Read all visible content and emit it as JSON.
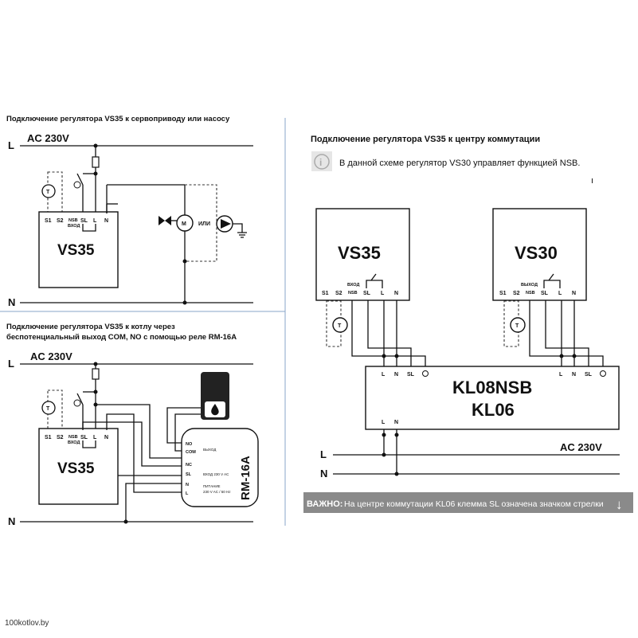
{
  "sections": {
    "servo": {
      "title": "Подключение регулятора VS35 к сервоприводу или насосу",
      "ac_label": "AC 230V",
      "rail_l": "L",
      "rail_n": "N",
      "device": "VS35",
      "terminals": [
        "S1",
        "S2",
        "NSB",
        "SL",
        "L",
        "N"
      ],
      "nsb_sub": "ВХОД",
      "or_label": "ИЛИ",
      "motor": "M",
      "thermostat": "T"
    },
    "boiler": {
      "title_line1": "Подключение регулятора VS35 к котлу через",
      "title_line2": "беспотенциальный выход COM, NO с помощью реле RM-16A",
      "ac_label": "AC 230V",
      "rail_l": "L",
      "rail_n": "N",
      "device": "VS35",
      "terminals": [
        "S1",
        "S2",
        "NSB",
        "SL",
        "L",
        "N"
      ],
      "nsb_sub": "ВХОД",
      "thermostat": "T",
      "relay": {
        "name": "RM-16A",
        "terminals": [
          "NO",
          "COM",
          "NC",
          "SL",
          "N",
          "L"
        ],
        "out_label": "ВЫХОД",
        "in_label": "ВХОД 230 V AC",
        "power_label1": "ПИТАНИЕ",
        "power_label2": "230 V AC / 50 Hz"
      }
    },
    "hub": {
      "title": "Подключение регулятора VS35 к центру коммутации",
      "info": "В данной схеме регулятор VS30 управляет функцией NSB.",
      "info_icon": "i",
      "stray": "ı",
      "left_device": "VS35",
      "right_device": "VS30",
      "terminals": [
        "S1",
        "S2",
        "NSB",
        "SL",
        "L",
        "N"
      ],
      "nsb_sub": "ВХОД",
      "nsb_sub_right": "ВЫХОД",
      "thermostat": "T",
      "hub_line1": "KL08NSB",
      "hub_line2": "KL06",
      "hub_terms": [
        "L",
        "N",
        "SL"
      ],
      "hub_bottom_terms": [
        "L",
        "N"
      ],
      "ac_label": "AC 230V",
      "rail_l": "L",
      "rail_n": "N",
      "important_bold": "ВАЖНО:",
      "important_text": "На центре коммутации KL06 клемма SL означена значком стрелки",
      "arrow": "↓"
    }
  },
  "watermark": "100kotlov.by"
}
